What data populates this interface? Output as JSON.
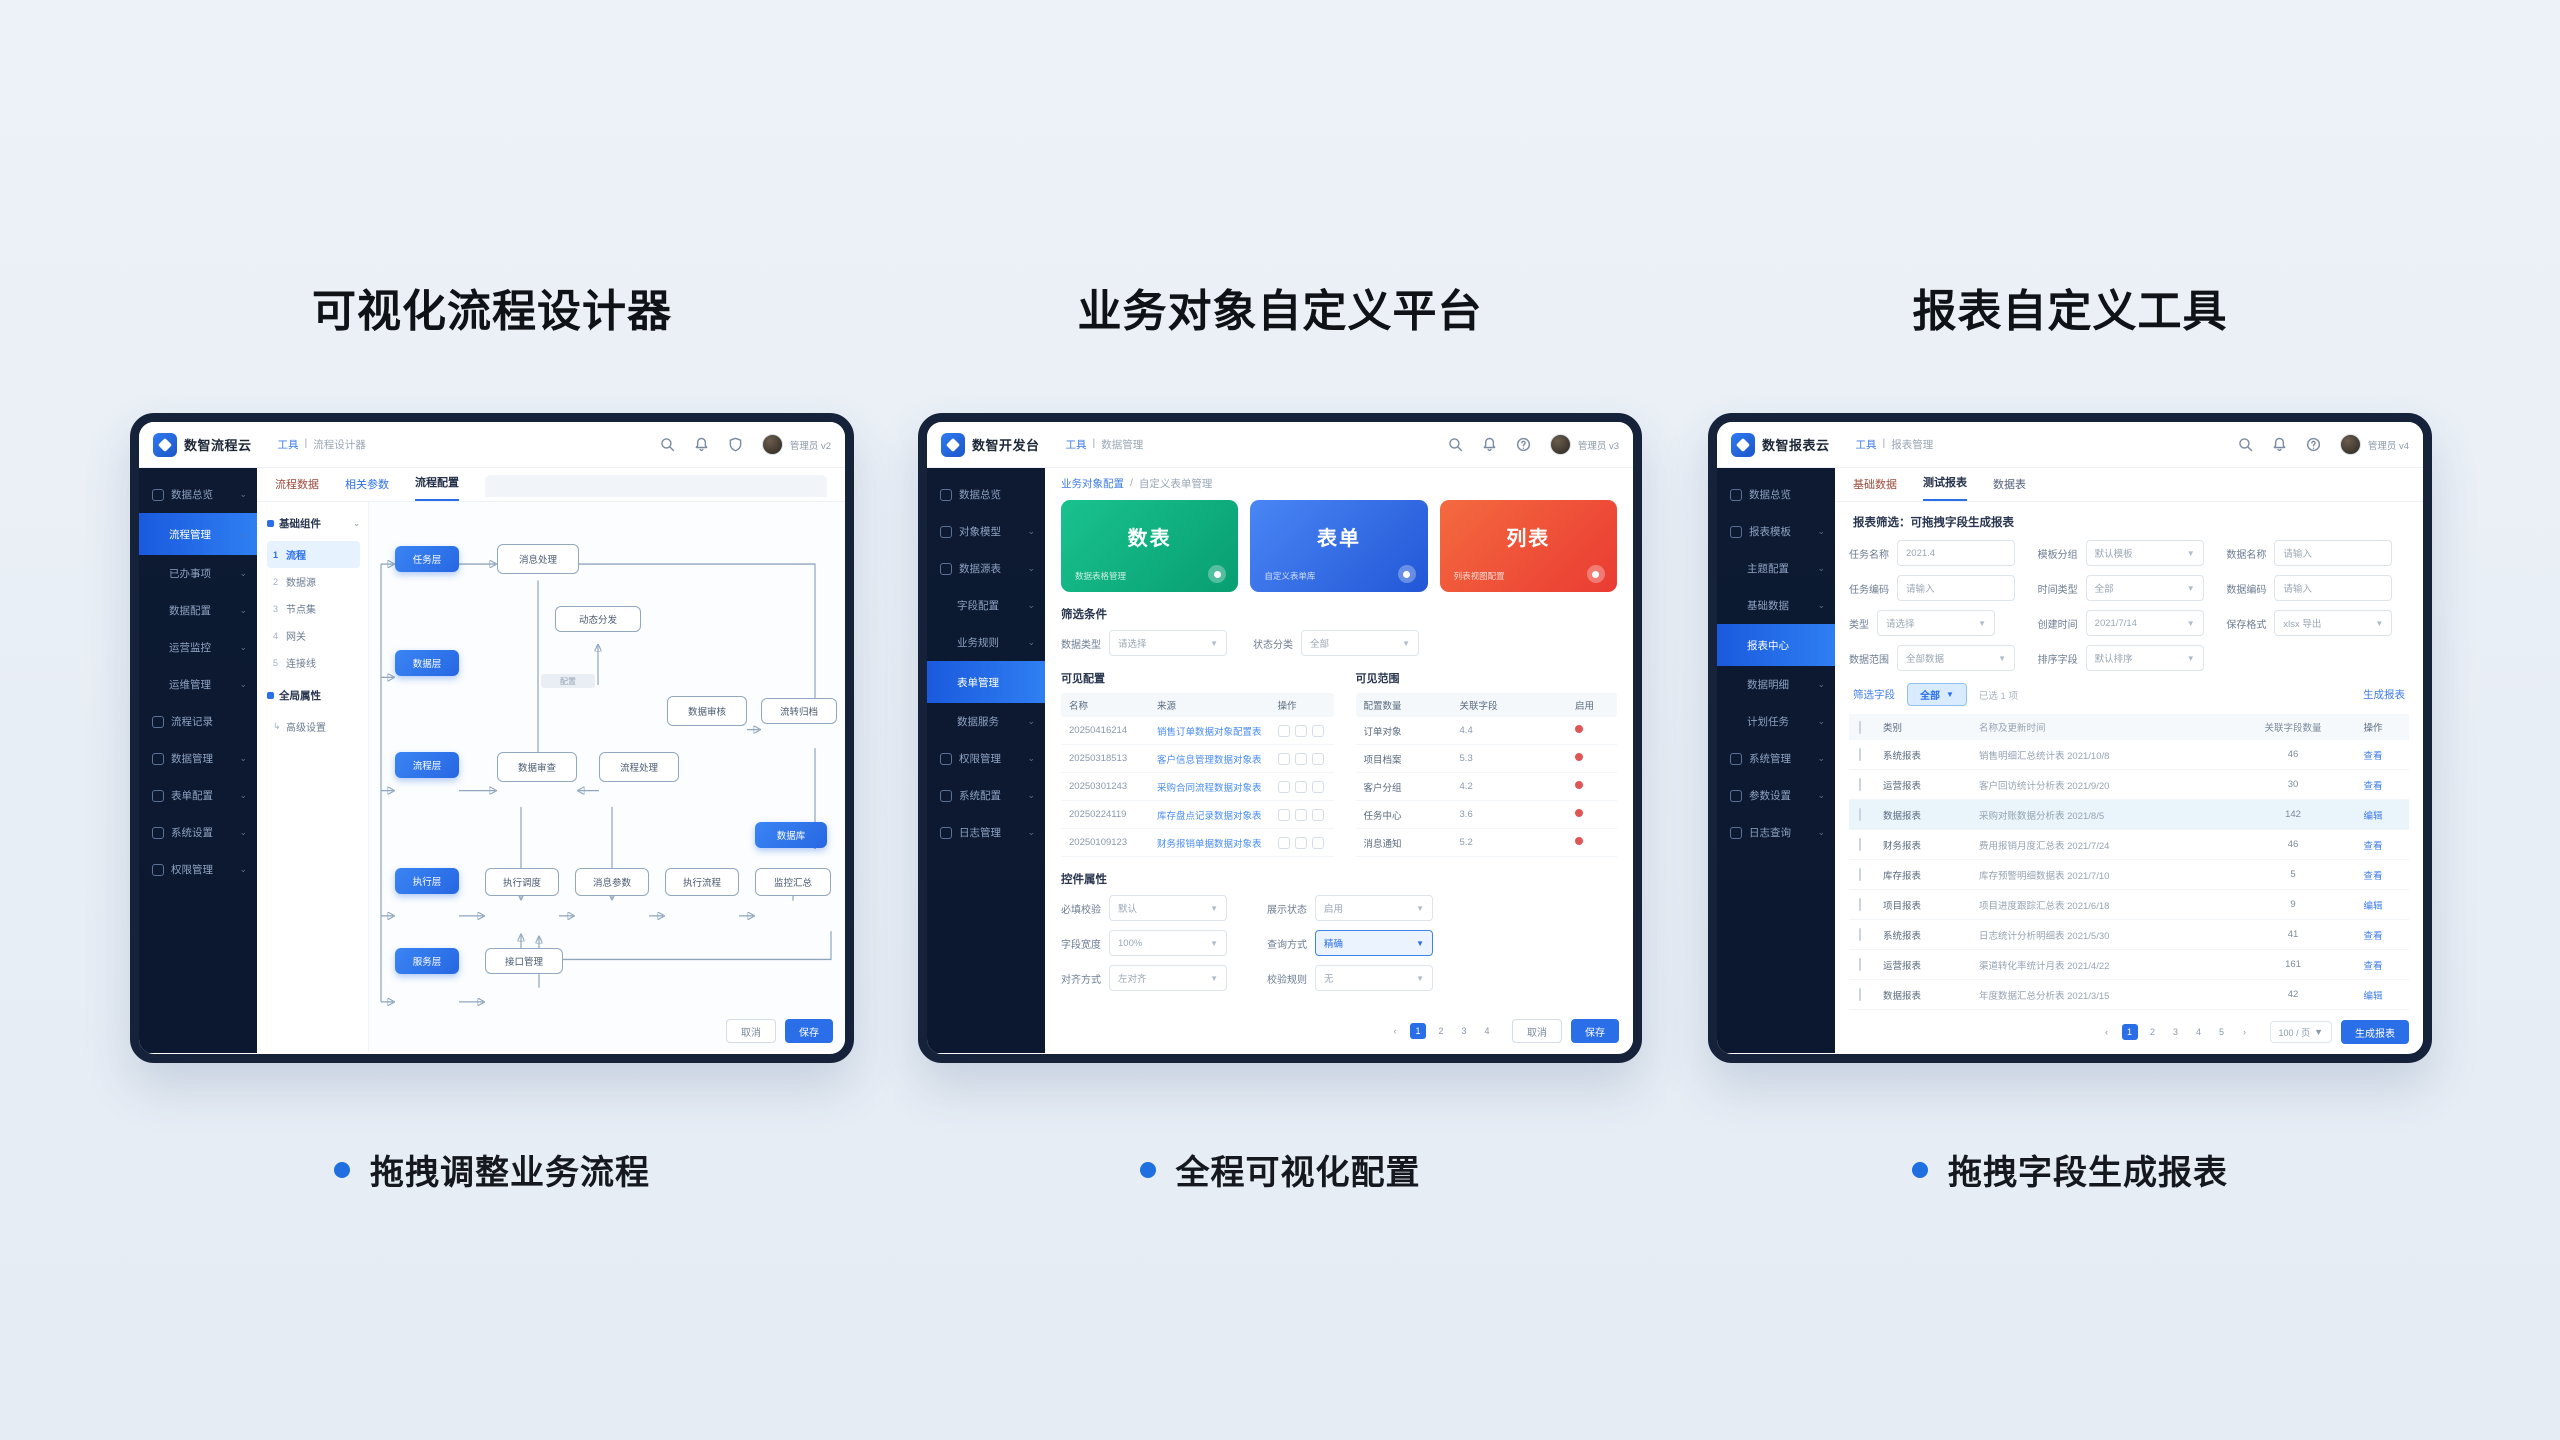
{
  "p1": {
    "title": "可视化流程设计器",
    "bullet": "拖拽调整业务流程",
    "topbar": {
      "brand": "数智流程云",
      "crumb1": "工具",
      "crumb2": "流程设计器",
      "user": "管理员 v2"
    },
    "sidebar": [
      "数据总览",
      "流程管理",
      "已办事项",
      "数据配置",
      "运营监控",
      "运维管理",
      "流程记录",
      "数据管理",
      "表单配置",
      "系统设置",
      "权限管理"
    ],
    "tabs": [
      "流程数据",
      "相关参数",
      "流程配置"
    ],
    "tree": {
      "root": "基础组件",
      "items": [
        {
          "n": "1",
          "label": "流程"
        },
        {
          "n": "2",
          "label": "数据源"
        },
        {
          "n": "3",
          "label": "节点集"
        },
        {
          "n": "4",
          "label": "网关"
        },
        {
          "n": "5",
          "label": "连接线"
        }
      ],
      "extra1": "全局属性",
      "extra2": "高级设置"
    },
    "flow": {
      "stages": [
        "任务层",
        "数据层",
        "流程层",
        "执行层",
        "服务层"
      ],
      "n1": "消息处理",
      "n2": "动态分发",
      "chip": "配置",
      "n3": "数据审核",
      "n4": "流转归档",
      "n5": "数据审查",
      "n6": "流程处理",
      "db": "数据库",
      "n7": "执行调度",
      "n8": "消息参数",
      "n9": "执行流程",
      "n10": "监控汇总",
      "n11": "接口管理",
      "cancel": "取消",
      "save": "保存"
    }
  },
  "p2": {
    "title": "业务对象自定义平台",
    "bullet": "全程可视化配置",
    "topbar": {
      "brand": "数智开发台",
      "crumb1": "工具",
      "crumb2": "数据管理",
      "user": "管理员 v3"
    },
    "sidebar": [
      "数据总览",
      "对象模型",
      "数据源表",
      "字段配置",
      "业务规则",
      "表单管理",
      "数据服务",
      "权限管理",
      "系统配置",
      "日志管理"
    ],
    "crumb": {
      "c1": "业务对象配置",
      "sep": "/",
      "c2": "自定义表单管理"
    },
    "cards": [
      {
        "title": "数表",
        "sub": "数据表格管理"
      },
      {
        "title": "表单",
        "sub": "自定义表单库"
      },
      {
        "title": "列表",
        "sub": "列表视图配置"
      }
    ],
    "filter_title": "筛选条件",
    "filters": [
      {
        "label": "数据类型",
        "value": "请选择"
      },
      {
        "label": "状态分类",
        "value": "全部"
      }
    ],
    "left_table": {
      "title": "可见配置",
      "headers": [
        "名称",
        "来源",
        "操作"
      ],
      "rows": [
        {
          "c1": "20250416214",
          "c2": "销售订单数据对象配置表"
        },
        {
          "c1": "20250318513",
          "c2": "客户信息管理数据对象表"
        },
        {
          "c1": "20250301243",
          "c2": "采购合同流程数据对象表"
        },
        {
          "c1": "20250224119",
          "c2": "库存盘点记录数据对象表"
        },
        {
          "c1": "20250109123",
          "c2": "财务报销单据数据对象表"
        }
      ]
    },
    "right_table": {
      "title": "可见范围",
      "headers": [
        "配置数量",
        "关联字段",
        "启用"
      ],
      "rows": [
        {
          "c1": "订单对象",
          "c2": "4.4"
        },
        {
          "c1": "项目档案",
          "c2": "5.3"
        },
        {
          "c1": "客户分组",
          "c2": "4.2"
        },
        {
          "c1": "任务中心",
          "c2": "3.6"
        },
        {
          "c1": "消息通知",
          "c2": "5.2"
        }
      ]
    },
    "props_title": "控件属性",
    "props": [
      {
        "label": "必填校验",
        "value": "默认"
      },
      {
        "label": "展示状态",
        "value": "启用"
      },
      {
        "label": "字段宽度",
        "value": "100%"
      },
      {
        "label": "查询方式",
        "value": "精确"
      },
      {
        "label": "对齐方式",
        "value": "左对齐"
      },
      {
        "label": "校验规则",
        "value": "无"
      }
    ],
    "pagination": [
      "‹",
      "1",
      "2",
      "3",
      "4",
      "›"
    ],
    "cancel": "取消",
    "save": "保存"
  },
  "p3": {
    "title": "报表自定义工具",
    "bullet": "拖拽字段生成报表",
    "topbar": {
      "brand": "数智报表云",
      "crumb1": "工具",
      "crumb2": "报表管理",
      "user": "管理员 v4"
    },
    "sidebar": [
      "数据总览",
      "报表模板",
      "主题配置",
      "基础数据",
      "报表中心",
      "数据明细",
      "计划任务",
      "系统管理",
      "参数设置",
      "日志查询"
    ],
    "tabs": [
      "基础数据",
      "测试报表",
      "数据表"
    ],
    "form_title": "报表筛选：可拖拽字段生成报表",
    "filters": [
      {
        "label": "任务名称",
        "value": "2021.4"
      },
      {
        "label": "模板分组",
        "value": "默认模板"
      },
      {
        "label": "数据名称",
        "value": "请输入"
      },
      {
        "label": "任务编码",
        "value": "请输入"
      },
      {
        "label": "时间类型",
        "value": "全部"
      },
      {
        "label": "数据编码",
        "value": "请输入"
      },
      {
        "label": "类型",
        "value": "请选择"
      },
      {
        "label": "创建时间",
        "value": "2021/7/14"
      },
      {
        "label": "保存格式",
        "value": "xlsx 导出"
      },
      {
        "label": "数据范围",
        "value": "全部数据"
      },
      {
        "label": "排序字段",
        "value": "默认排序"
      }
    ],
    "toolbar": {
      "link": "筛选字段",
      "tag": "全部",
      "hint": "已选 1 项",
      "action": "生成报表"
    },
    "table": {
      "headers": [
        "类别",
        "名称及更新时间",
        "关联字段数量",
        "操作"
      ],
      "rows": [
        {
          "cat": "系统报表",
          "desc": "销售明细汇总统计表 2021/10/8",
          "num": "46",
          "op": "查看"
        },
        {
          "cat": "运营报表",
          "desc": "客户回访统计分析表 2021/9/20",
          "num": "30",
          "op": "查看"
        },
        {
          "cat": "数据报表",
          "desc": "采购对账数据分析表 2021/8/5",
          "num": "142",
          "op": "编辑"
        },
        {
          "cat": "财务报表",
          "desc": "费用报销月度汇总表 2021/7/24",
          "num": "46",
          "op": "查看"
        },
        {
          "cat": "库存报表",
          "desc": "库存预警明细数据表 2021/7/10",
          "num": "5",
          "op": "查看"
        },
        {
          "cat": "项目报表",
          "desc": "项目进度跟踪汇总表 2021/6/18",
          "num": "9",
          "op": "编辑"
        },
        {
          "cat": "系统报表",
          "desc": "日志统计分析明细表 2021/5/30",
          "num": "41",
          "op": "查看"
        },
        {
          "cat": "运营报表",
          "desc": "渠道转化率统计月表 2021/4/22",
          "num": "161",
          "op": "查看"
        },
        {
          "cat": "数据报表",
          "desc": "年度数据汇总分析表 2021/3/15",
          "num": "42",
          "op": "编辑"
        }
      ]
    },
    "pagination": [
      "‹",
      "1",
      "2",
      "3",
      "4",
      "5",
      "›"
    ],
    "page_size": "100 / 页",
    "action": "生成报表"
  },
  "colors": {
    "accent": "#2b6fe8",
    "green": "#12b98a",
    "red": "#ee4636",
    "frame": "#16213a",
    "sidebar": "#0d1a31"
  }
}
